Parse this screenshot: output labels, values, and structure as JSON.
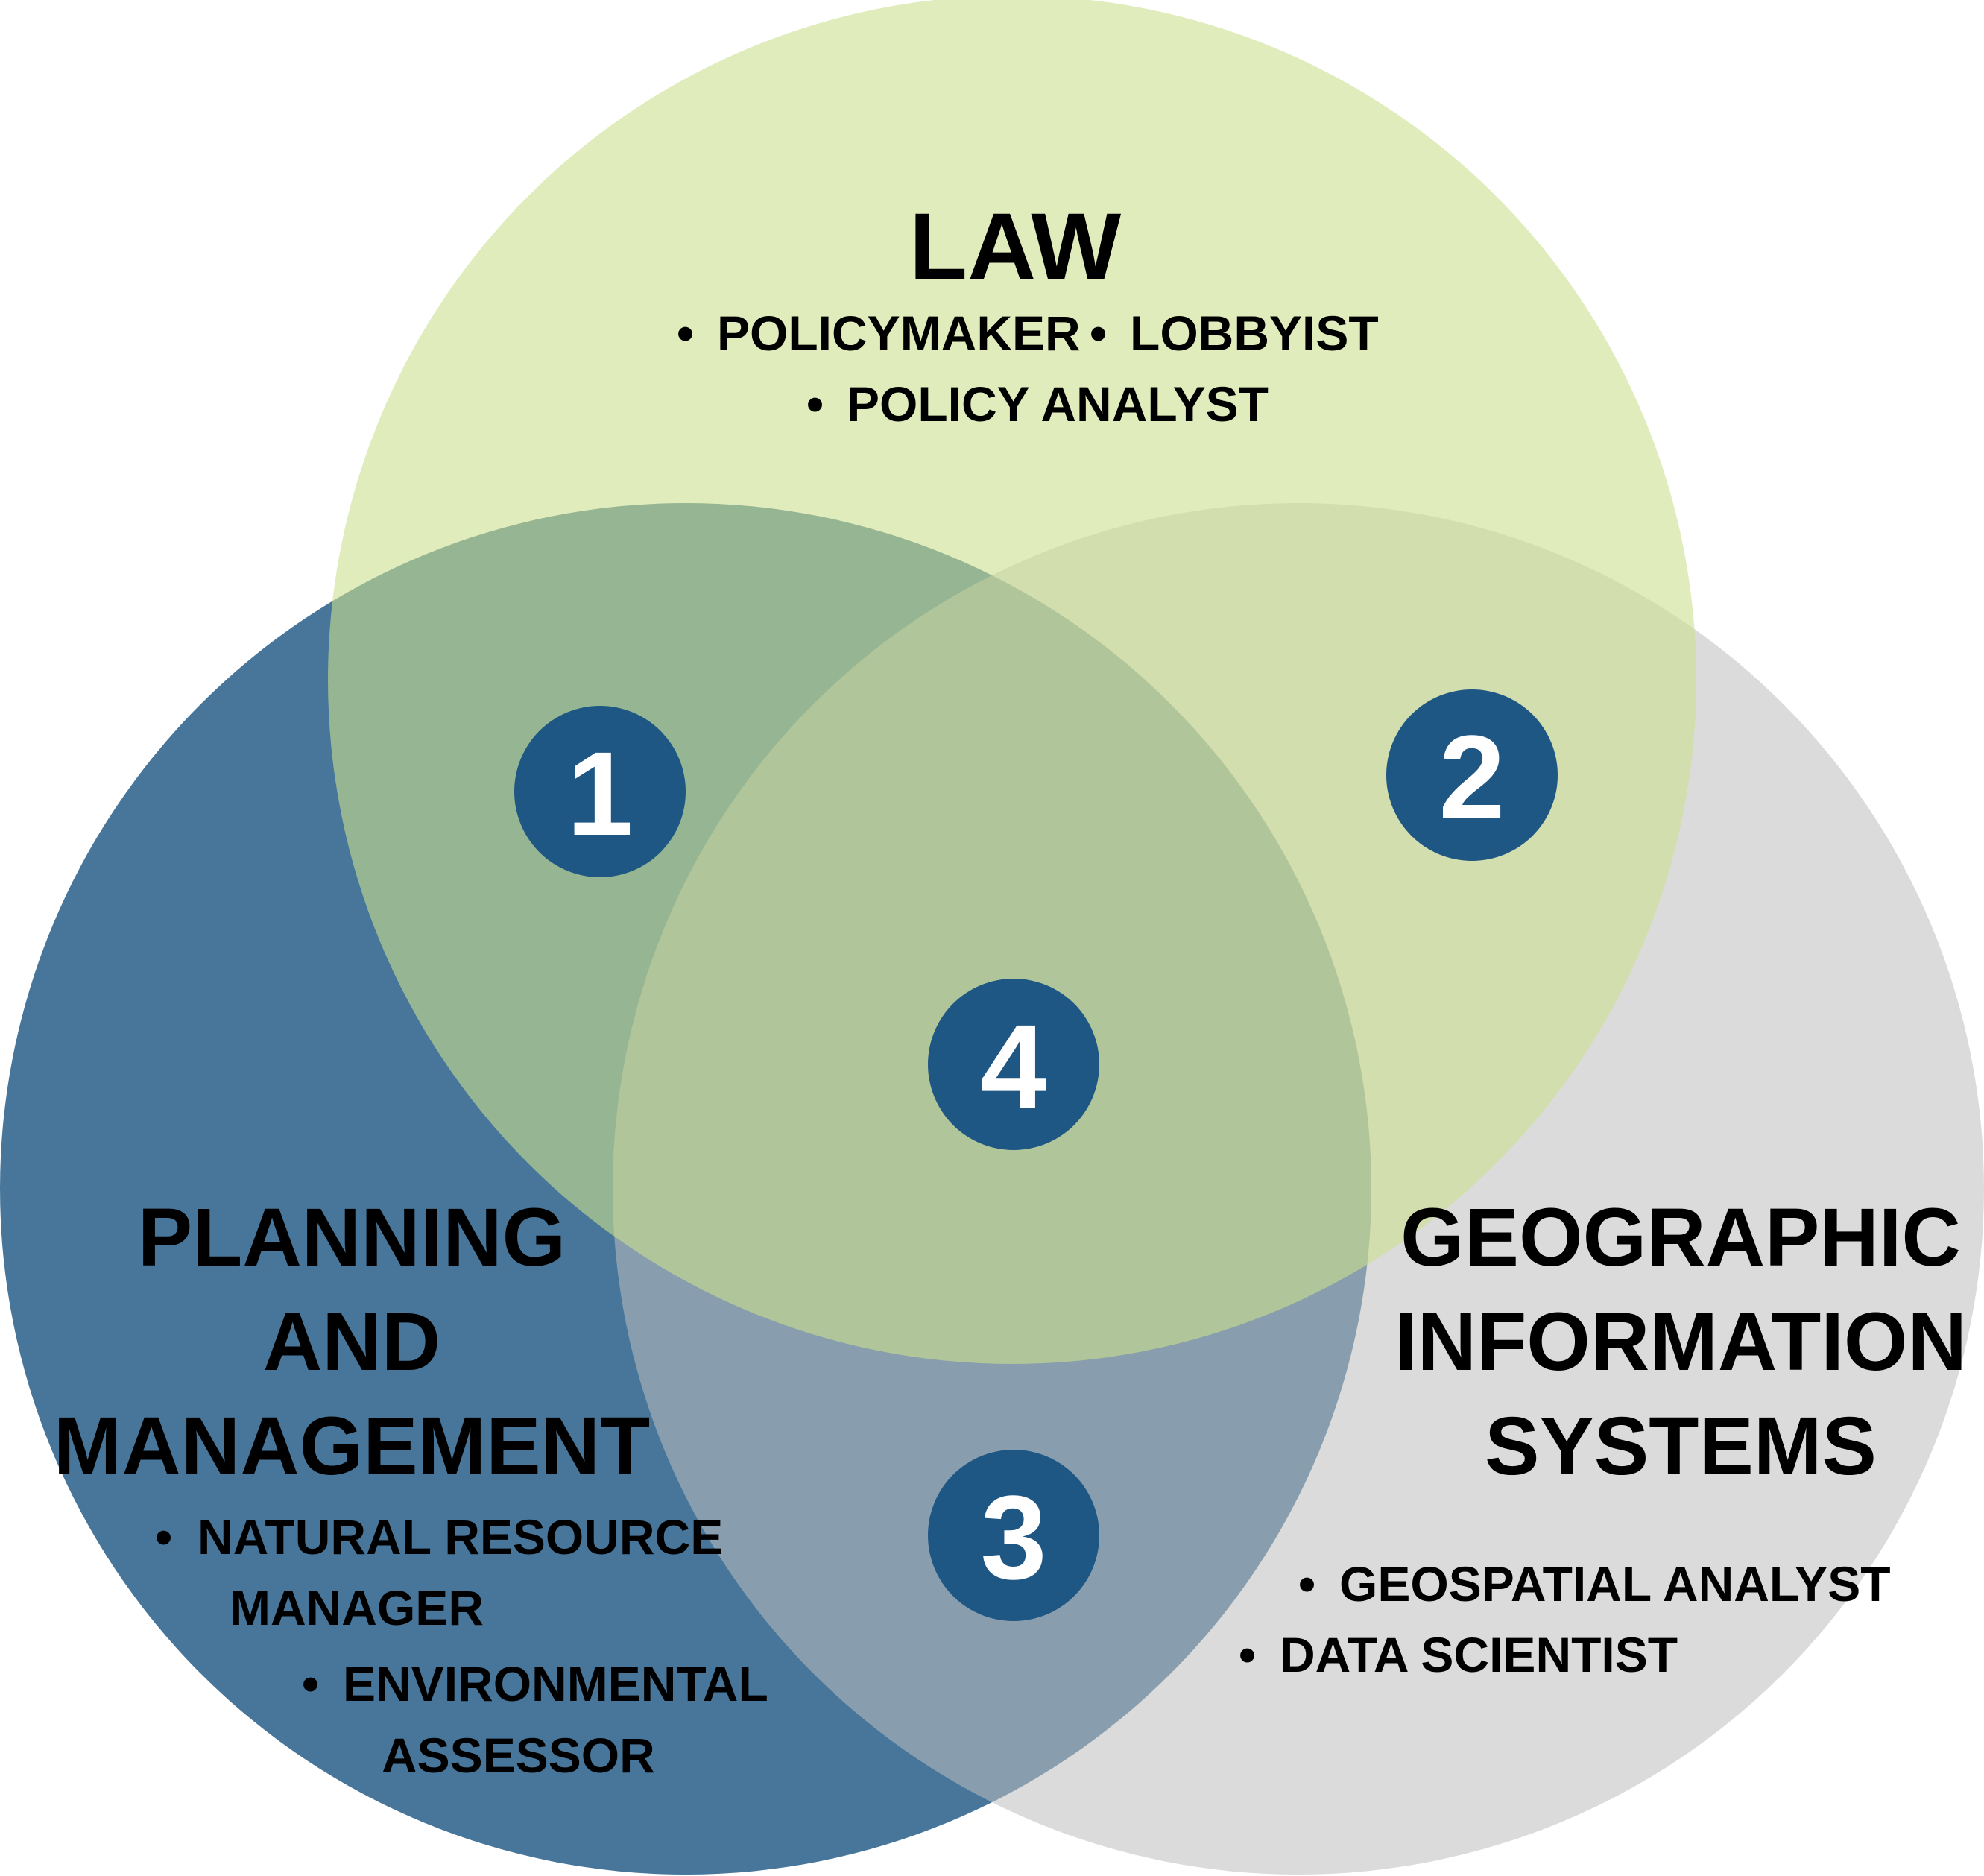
{
  "colors": {
    "planning": "#47769a",
    "gis": "#bdbdbd",
    "law": "#ccdf8d",
    "badge": "#1e5684",
    "badge_text": "#ffffff"
  },
  "sets": {
    "law": {
      "title": "LAW",
      "roles": [
        "POLICYMAKER",
        "LOBBYIST",
        "POLICY ANALYST"
      ]
    },
    "planning": {
      "title_lines": [
        "PLANNING",
        "AND",
        "MANAGEMENT"
      ],
      "roles": [
        "NATURAL RESOURCE",
        "MANAGER",
        "ENVIRONMENTAL",
        "ASSESSOR"
      ]
    },
    "gis": {
      "title_lines": [
        "GEOGRAPHIC",
        "INFORMATION",
        "SYSTEMS"
      ],
      "roles": [
        "GEOSPATIAL ANALYST",
        "DATA SCIENTIST"
      ]
    }
  },
  "regions": [
    "1",
    "2",
    "3",
    "4"
  ],
  "bullet": "•"
}
